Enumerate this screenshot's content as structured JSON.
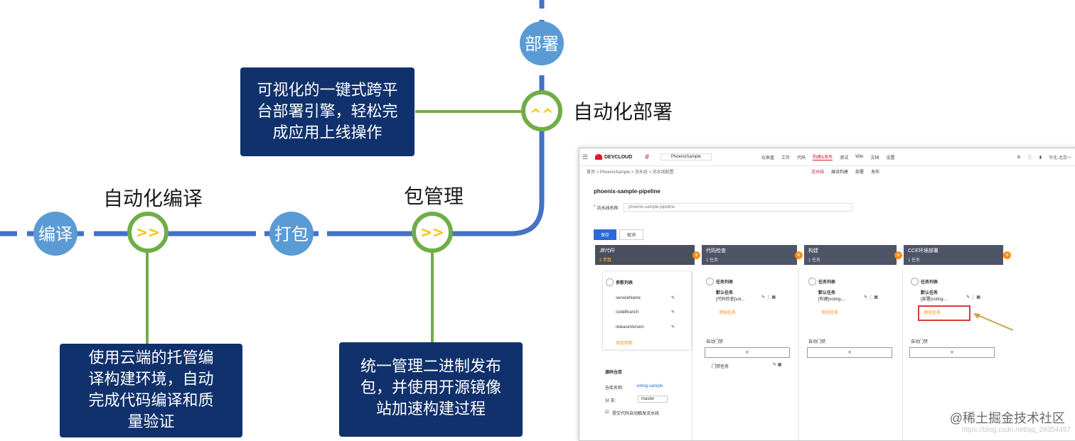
{
  "diagram": {
    "nodes": {
      "deploy": "部署",
      "compile": "编译",
      "package": "打包",
      "auto_deploy_chevron": "^^",
      "auto_compile_chevron": ">>",
      "pkg_mgmt_chevron": ">>"
    },
    "stage_labels": {
      "auto_deploy": "自动化部署",
      "auto_compile": "自动化编译",
      "package_mgmt": "包管理"
    },
    "boxes": {
      "deploy_desc": [
        "可视化的一键式跨平",
        "台部署引擎，轻松完",
        "成应用上线操作"
      ],
      "compile_desc": [
        "使用云端的托管编",
        "译构建环境，自动",
        "完成代码编译和质",
        "量验证"
      ],
      "package_desc": [
        "统一管理二进制发布",
        "包，并使用开源镜像",
        "站加速构建过程"
      ]
    },
    "colors": {
      "line": "#4472c4",
      "node_fill": "#5b9bd5",
      "ring": "#70ad47",
      "chevron": "#ffc000",
      "box": "#10316b"
    }
  },
  "screenshot": {
    "brand": "DEVCLOUD",
    "project": "PhoenixSample",
    "nav": [
      "仪表盘",
      "工作",
      "代码",
      "构建&发布",
      "测试",
      "Wiki",
      "文档",
      "设置"
    ],
    "nav_active": "构建&发布",
    "nav_right": "华北-北京一",
    "breadcrumb": "首页 > PhoenixSample > 流水线 > 流水线配置",
    "subtabs": [
      "流水线",
      "编译构建",
      "部署",
      "发布"
    ],
    "subtab_active": "流水线",
    "pipeline_title": "phoenix-sample-pipeline",
    "name_label": "流水线名称:",
    "name_value": "phoenix-sample-pipeline",
    "btn_save": "保存",
    "btn_cancel": "取消",
    "stages": [
      {
        "title": "源代码",
        "sub": "2 参数"
      },
      {
        "title": "代码检查",
        "sub": "1 任务"
      },
      {
        "title": "构建",
        "sub": "1 任务"
      },
      {
        "title": "CCE环境部署",
        "sub": "1 任务"
      }
    ],
    "params_title": "参数列表",
    "params": [
      "serviceName",
      "codeBranch",
      "releaseVersion"
    ],
    "add_param": "添加参数",
    "repo_title": "源码仓库",
    "repo_label": "仓库名称:",
    "repo_value": "voting-sample",
    "branch_label": "分    支:",
    "branch_value": "master",
    "trigger_label": "提交代码自动触发流水线",
    "task_list": "任务列表",
    "default_task": "默认任务",
    "tasks": [
      "[代码检查]vot...",
      "[构建]voting-...",
      "[部署]voting-..."
    ],
    "add_task": "添加任务",
    "gate": "自动门禁",
    "gate_task": "门禁任务"
  },
  "watermark": "@稀土掘金技术社区",
  "watermark_url": "https://blog.csdn.net/qq_29354457"
}
